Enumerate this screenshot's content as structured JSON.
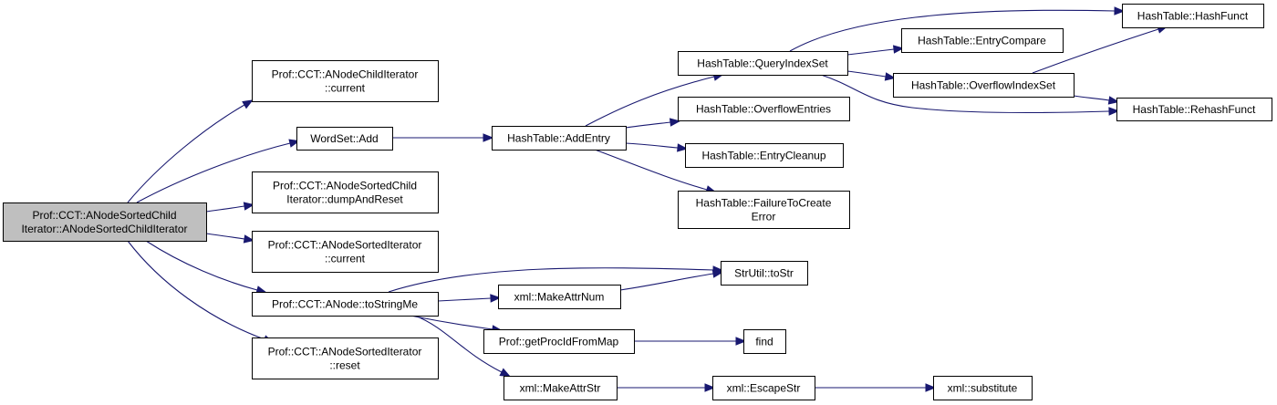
{
  "diagram": {
    "type": "call-graph",
    "colors": {
      "edge": "#191970",
      "root_fill": "#bfbfbf",
      "node_fill": "#ffffff",
      "border": "#000000"
    },
    "nodes": [
      {
        "id": "root",
        "lines": [
          "Prof::CCT::ANodeSortedChild",
          "Iterator::ANodeSortedChildIterator"
        ],
        "root": true
      },
      {
        "id": "n_child_current",
        "lines": [
          "Prof::CCT::ANodeChildIterator",
          "::current"
        ]
      },
      {
        "id": "n_wordset_add",
        "lines": [
          "WordSet::Add"
        ]
      },
      {
        "id": "n_dump_reset",
        "lines": [
          "Prof::CCT::ANodeSortedChild",
          "Iterator::dumpAndReset"
        ]
      },
      {
        "id": "n_sorted_current",
        "lines": [
          "Prof::CCT::ANodeSortedIterator",
          "::current"
        ]
      },
      {
        "id": "n_tostringme",
        "lines": [
          "Prof::CCT::ANode::toStringMe"
        ]
      },
      {
        "id": "n_sorted_reset",
        "lines": [
          "Prof::CCT::ANodeSortedIterator",
          "::reset"
        ]
      },
      {
        "id": "n_addentry",
        "lines": [
          "HashTable::AddEntry"
        ]
      },
      {
        "id": "n_queryindexset",
        "lines": [
          "HashTable::QueryIndexSet"
        ]
      },
      {
        "id": "n_overflowentries",
        "lines": [
          "HashTable::OverflowEntries"
        ]
      },
      {
        "id": "n_entrycleanup",
        "lines": [
          "HashTable::EntryCleanup"
        ]
      },
      {
        "id": "n_failure",
        "lines": [
          "HashTable::FailureToCreate",
          "Error"
        ]
      },
      {
        "id": "n_hashfunct",
        "lines": [
          "HashTable::HashFunct"
        ]
      },
      {
        "id": "n_entrycompare",
        "lines": [
          "HashTable::EntryCompare"
        ]
      },
      {
        "id": "n_overflowindexset",
        "lines": [
          "HashTable::OverflowIndexSet"
        ]
      },
      {
        "id": "n_rehashfunct",
        "lines": [
          "HashTable::RehashFunct"
        ]
      },
      {
        "id": "n_tostr",
        "lines": [
          "StrUtil::toStr"
        ]
      },
      {
        "id": "n_makeattrnum",
        "lines": [
          "xml::MakeAttrNum"
        ]
      },
      {
        "id": "n_getprocid",
        "lines": [
          "Prof::getProcIdFromMap"
        ]
      },
      {
        "id": "n_find",
        "lines": [
          "find"
        ]
      },
      {
        "id": "n_makeattrstr",
        "lines": [
          "xml::MakeAttrStr"
        ]
      },
      {
        "id": "n_escapestr",
        "lines": [
          "xml::EscapeStr"
        ]
      },
      {
        "id": "n_substitute",
        "lines": [
          "xml::substitute"
        ]
      }
    ],
    "edges": [
      {
        "from": "root",
        "to": "n_child_current"
      },
      {
        "from": "root",
        "to": "n_wordset_add"
      },
      {
        "from": "root",
        "to": "n_dump_reset"
      },
      {
        "from": "root",
        "to": "n_sorted_current"
      },
      {
        "from": "root",
        "to": "n_tostringme"
      },
      {
        "from": "root",
        "to": "n_sorted_reset"
      },
      {
        "from": "n_wordset_add",
        "to": "n_addentry"
      },
      {
        "from": "n_addentry",
        "to": "n_queryindexset"
      },
      {
        "from": "n_addentry",
        "to": "n_overflowentries"
      },
      {
        "from": "n_addentry",
        "to": "n_entrycleanup"
      },
      {
        "from": "n_addentry",
        "to": "n_failure"
      },
      {
        "from": "n_queryindexset",
        "to": "n_hashfunct"
      },
      {
        "from": "n_queryindexset",
        "to": "n_entrycompare"
      },
      {
        "from": "n_queryindexset",
        "to": "n_overflowindexset"
      },
      {
        "from": "n_queryindexset",
        "to": "n_rehashfunct"
      },
      {
        "from": "n_overflowindexset",
        "to": "n_hashfunct"
      },
      {
        "from": "n_overflowindexset",
        "to": "n_rehashfunct"
      },
      {
        "from": "n_tostringme",
        "to": "n_tostr"
      },
      {
        "from": "n_tostringme",
        "to": "n_makeattrnum"
      },
      {
        "from": "n_tostringme",
        "to": "n_getprocid"
      },
      {
        "from": "n_tostringme",
        "to": "n_makeattrstr"
      },
      {
        "from": "n_makeattrnum",
        "to": "n_tostr"
      },
      {
        "from": "n_getprocid",
        "to": "n_find"
      },
      {
        "from": "n_makeattrstr",
        "to": "n_escapestr"
      },
      {
        "from": "n_escapestr",
        "to": "n_substitute"
      }
    ]
  }
}
